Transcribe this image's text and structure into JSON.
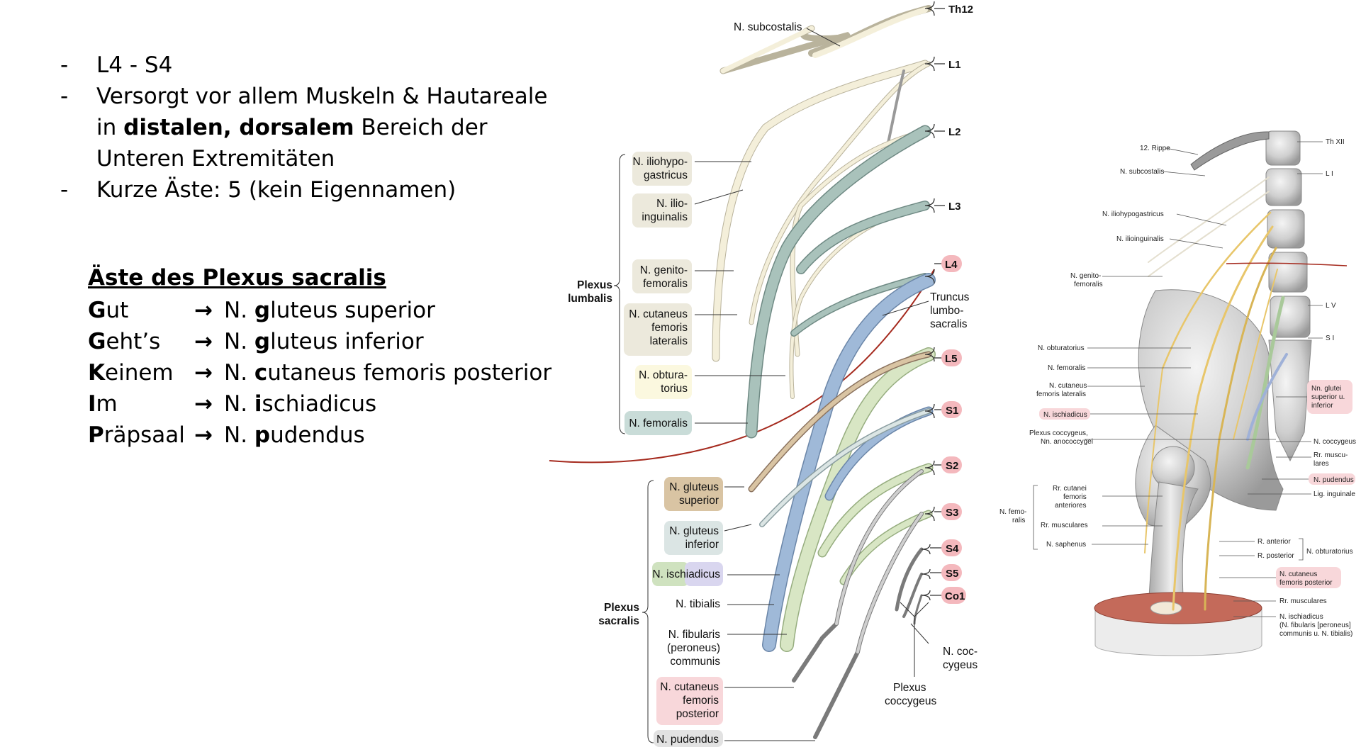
{
  "bullets": [
    {
      "dash": "-",
      "text": "L4 - S4"
    },
    {
      "dash": "-",
      "pre": "Versorgt vor allem Muskeln & Hautareale in ",
      "bold": "distalen, dorsalem",
      "post": " Bereich der Unteren Extremitäten"
    },
    {
      "dash": "-",
      "text": "Kurze Äste: 5 (kein Eigennamen)"
    }
  ],
  "mnemonic": {
    "heading": "Äste des Plexus sacralis",
    "arrow": "→",
    "rows": [
      {
        "word_key": "G",
        "word_rest": "ut",
        "nerve_pre": "N. ",
        "nerve_key": "g",
        "nerve_rest": "luteus superior"
      },
      {
        "word_key": "G",
        "word_rest": "eht’s",
        "nerve_pre": "N. ",
        "nerve_key": "g",
        "nerve_rest": "luteus inferior"
      },
      {
        "word_key": "K",
        "word_rest": "einem",
        "nerve_pre": "N. ",
        "nerve_key": "c",
        "nerve_rest": "utaneus femoris posterior"
      },
      {
        "word_key": "I",
        "word_rest": "m",
        "nerve_pre": "N. ",
        "nerve_key": "i",
        "nerve_rest": "schiadicus"
      },
      {
        "word_key": "P",
        "word_rest": "räpsaal",
        "nerve_pre": "N. ",
        "nerve_key": "p",
        "nerve_rest": "udendus"
      }
    ]
  },
  "schema": {
    "segments": [
      "Th12",
      "L1",
      "L2",
      "L3",
      "L4",
      "L5",
      "S1",
      "S2",
      "S3",
      "S4",
      "S5",
      "Co1"
    ],
    "subcostalis": "N. subcostalis",
    "plexus_lumbalis": [
      "Plexus",
      "lumbalis"
    ],
    "plexus_sacralis": [
      "Plexus",
      "sacralis"
    ],
    "truncus": [
      "Truncus",
      "lumbo-",
      "sacralis"
    ],
    "lumbal_labels": [
      [
        "N. iliohypo-",
        "gastricus"
      ],
      [
        "N. ilio-",
        "inguinalis"
      ],
      [
        "N. genito-",
        "femoralis"
      ],
      [
        "N. cutaneus",
        "femoris",
        "lateralis"
      ],
      [
        "N. obtura-",
        "torius"
      ],
      [
        "N. femoralis"
      ]
    ],
    "sacral_labels": [
      [
        "N. gluteus",
        "superior"
      ],
      [
        "N. gluteus",
        "inferior"
      ],
      [
        "N. ischiadicus"
      ],
      [
        "N. tibialis"
      ],
      [
        "N. fibularis",
        "(peroneus)",
        "communis"
      ],
      [
        "N. cutaneus",
        "femoris",
        "posterior"
      ],
      [
        "N. pudendus"
      ]
    ],
    "coccygeus": [
      "N. coc-",
      "cygeus"
    ],
    "plexus_coccygeus": [
      "Plexus",
      "coccygeus"
    ]
  },
  "anatomy": {
    "left_labels": [
      "12. Rippe",
      "N. subcostalis",
      "N. iliohypogastricus",
      "N. ilioinguinalis",
      "N. genito-",
      "femoralis",
      "N. obturatorius",
      "N. femoralis",
      "N. cutaneus",
      "femoris lateralis",
      "N. ischiadicus",
      "Plexus coccygeus,",
      "Nn. anococcygei",
      "Rr. cutanei",
      "femoris",
      "anteriores",
      "N. femo-",
      "ralis",
      "Rr. musculares",
      "N. saphenus"
    ],
    "right_labels": [
      "Th XII",
      "L I",
      "L V",
      "S I",
      "Nn. glutei",
      "superior u.",
      "inferior",
      "N. coccygeus",
      "Rr. muscu-",
      "lares",
      "N. pudendus",
      "Lig. inguinale",
      "R. anterior",
      "R. posterior",
      "N. obturatorius",
      "N. cutaneus",
      "femoris posterior",
      "Rr. musculares",
      "N. ischiadicus",
      "(N. fibularis [peroneus]",
      "communis u. N. tibialis)"
    ]
  },
  "colors": {
    "lumbal_box": "#ece9dc",
    "obturatorius_box": "#fbf8df",
    "femoralis_box": "#c9dcd8",
    "gluteus_sup_box": "#d9c4a3",
    "gluteus_inf_box": "#dbe5e4",
    "ischiadicus_green": "#cfe2bf",
    "ischiadicus_purple": "#d9d6ef",
    "pink_box": "#f8d7da",
    "pudendus_box": "#e2e2e2",
    "segment_pink": "#f4b8bd",
    "boundary_line": "#a52a1e",
    "nerve_cream": "#f4efda",
    "nerve_teal": "#a9c2bb",
    "nerve_blue": "#9fb9d8",
    "nerve_green": "#d8e6c4"
  }
}
